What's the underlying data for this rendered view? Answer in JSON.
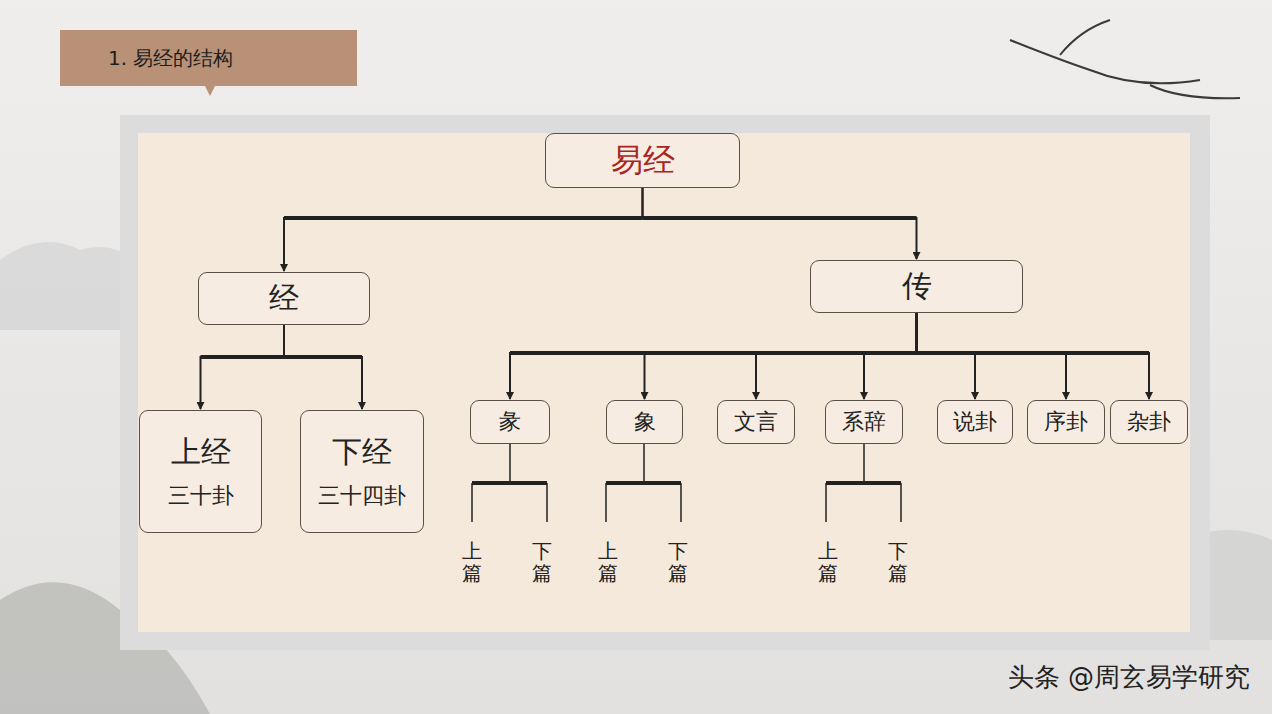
{
  "diagram": {
    "title": "1. 易经的结构",
    "nodes": [
      {
        "text": [
          "易经"
        ]
      },
      {
        "text": [
          "经"
        ]
      },
      {
        "text": [
          "传"
        ]
      },
      {
        "text": [
          "上经",
          "三十卦"
        ]
      },
      {
        "text": [
          "下经",
          "三十四卦"
        ]
      },
      {
        "text": [
          "彖"
        ]
      },
      {
        "text": [
          "象"
        ]
      },
      {
        "text": [
          "文言"
        ]
      },
      {
        "text": [
          "系辞"
        ]
      },
      {
        "text": [
          "说卦"
        ]
      },
      {
        "text": [
          "序卦"
        ]
      },
      {
        "text": [
          "杂卦"
        ]
      }
    ],
    "edges": [
      {
        "from": 0,
        "to": 1,
        "arrow": "to"
      },
      {
        "from": 0,
        "to": 2,
        "arrow": "to"
      },
      {
        "from": 1,
        "to": 3,
        "arrow": "to"
      },
      {
        "from": 1,
        "to": 4,
        "arrow": "to"
      },
      {
        "from": 2,
        "to": 5,
        "arrow": "to"
      },
      {
        "from": 2,
        "to": 6,
        "arrow": "to"
      },
      {
        "from": 2,
        "to": 7,
        "arrow": "to"
      },
      {
        "from": 2,
        "to": 8,
        "arrow": "to"
      },
      {
        "from": 2,
        "to": 9,
        "arrow": "to"
      },
      {
        "from": 2,
        "to": 10,
        "arrow": "to"
      },
      {
        "from": 2,
        "to": 11,
        "arrow": "to"
      }
    ],
    "labels": [
      "上篇",
      "下篇",
      "上篇",
      "下篇",
      "上篇",
      "下篇",
      "头条 @周玄易学研究"
    ]
  }
}
